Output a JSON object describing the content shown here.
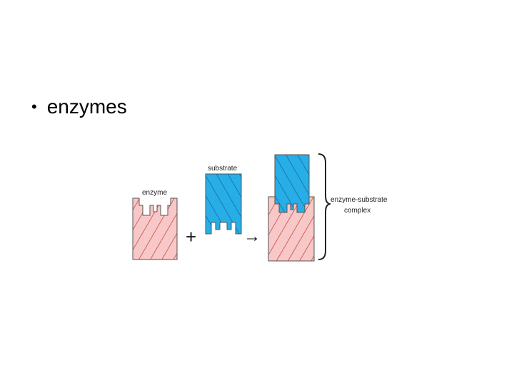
{
  "slide": {
    "bullet": "•",
    "bullet_text": "enzymes"
  },
  "diagram": {
    "enzyme_label": "enzyme",
    "substrate_label": "substrate",
    "plus_sign": "+",
    "arrow": "→",
    "complex_label_line1": "enzyme-substrate",
    "complex_label_line2": "complex"
  },
  "colors": {
    "enzyme_fill": "#f8c8c8",
    "enzyme_hatch": "#c0392b",
    "substrate_fill": "#27aee6",
    "substrate_hatch": "#1a5e9a",
    "outline": "#555555"
  }
}
